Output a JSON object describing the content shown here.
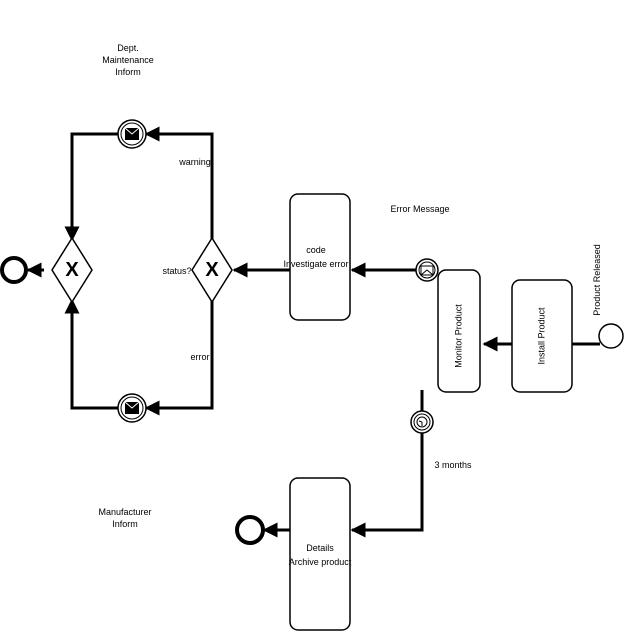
{
  "diagram": {
    "orientation": "rotated-180",
    "nodes": {
      "start_event": {
        "label": "Product Released"
      },
      "task_install": {
        "label": "Install Product"
      },
      "task_monitor": {
        "label": "Monitor Product"
      },
      "boundary_message": {
        "label": "Error Message"
      },
      "boundary_timer": {
        "label": "3 months"
      },
      "task_investigate": {
        "label_line1": "Investigate error",
        "label_line2": "code"
      },
      "task_archive": {
        "label_line1": "Archive product",
        "label_line2": "Details"
      },
      "gateway_status": {
        "label": "status?",
        "symbol": "X"
      },
      "gateway_merge": {
        "symbol": "X"
      },
      "event_inform_maintenance": {
        "label_line1": "Inform",
        "label_line2": "Maintenance",
        "label_line3": "Dept."
      },
      "event_inform_manufacturer": {
        "label_line1": "Inform",
        "label_line2": "Manufacturer"
      }
    },
    "flows": {
      "warning": "warning",
      "error": "error"
    }
  }
}
